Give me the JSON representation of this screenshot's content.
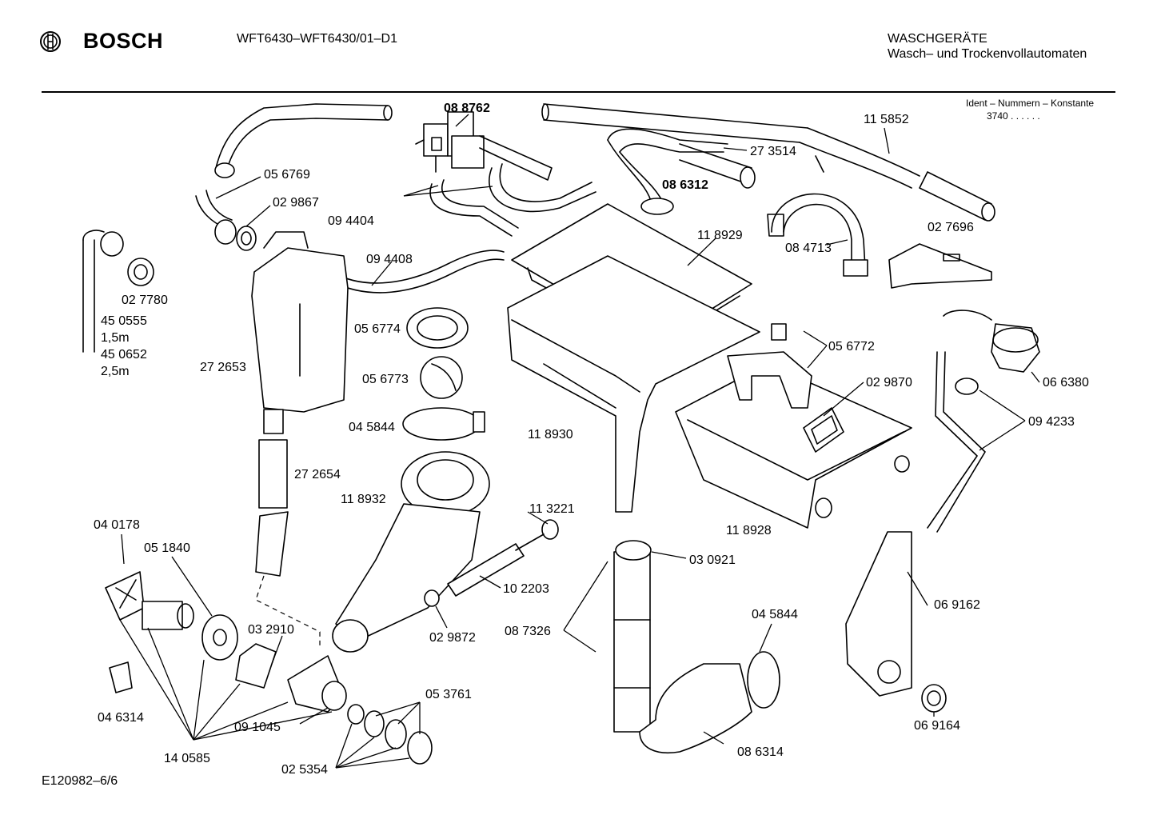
{
  "header": {
    "brand": "BOSCH",
    "model": "WFT6430–WFT6430/01–D1",
    "category": "WASCHGERÄTE",
    "subcategory": "Wasch– und Trockenvollautomaten",
    "ident_title": "Ident – Nummern – Konstante",
    "ident_value": "3740 . . . . . ."
  },
  "footer": {
    "drawing_id": "E120982–6/6"
  },
  "labels": {
    "p088762": "08 8762",
    "p115852": "11 5852",
    "p273514": "27 3514",
    "p086312": "08 6312",
    "p056769": "05 6769",
    "p029867": "02 9867",
    "p094404": "09 4404",
    "p094408": "09 4408",
    "p118929": "11 8929",
    "p084713": "08 4713",
    "p027696": "02 7696",
    "p027780": "02 7780",
    "p450555": "45 0555",
    "len15": "1,5m",
    "p450652": "45 0652",
    "len25": "2,5m",
    "p272653": "27 2653",
    "p056774": "05 6774",
    "p056773": "05 6773",
    "p045844a": "04 5844",
    "p272654": "27 2654",
    "p118932": "11 8932",
    "p118930": "11 8930",
    "p056772": "05 6772",
    "p029870": "02 9870",
    "p066380": "06 6380",
    "p094233": "09 4233",
    "p113221": "11 3221",
    "p118928": "11 8928",
    "p040178": "04 0178",
    "p051840": "05 1840",
    "p102203": "10 2203",
    "p030921": "03 0921",
    "p087326": "08 7326",
    "p029872": "02 9872",
    "p032910": "03 2910",
    "p045844b": "04 5844",
    "p069162": "06 9162",
    "p046314": "04 6314",
    "p091045": "09 1045",
    "p053761": "05 3761",
    "p140585": "14 0585",
    "p025354": "02 5354",
    "p086314": "08 6314",
    "p069164": "06 9164"
  }
}
